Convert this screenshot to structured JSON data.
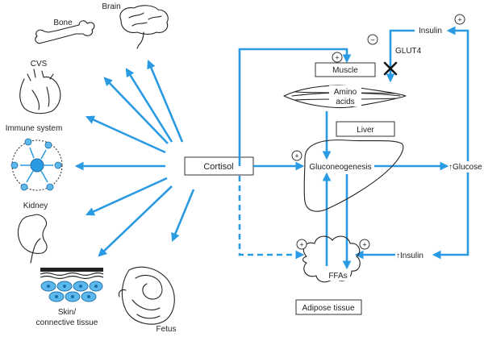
{
  "colors": {
    "arrow": "#2a9ae3",
    "cell": "#5db8ee",
    "outline": "#222222"
  },
  "targets": {
    "bone": "Bone",
    "brain": "Brain",
    "cvs": "CVS",
    "immune": "Immune system",
    "kidney": "Kidney",
    "skin_line1": "Skin/",
    "skin_line2": "connective tissue",
    "fetus": "Fetus"
  },
  "center": "Cortisol",
  "metabolic": {
    "insulin_top": "Insulin",
    "glut4": "GLUT4",
    "muscle": "Muscle",
    "amino_line1": "Amino",
    "amino_line2": "acids",
    "liver": "Liver",
    "gluconeogenesis": "Gluconeogenesis",
    "glucose": "↑Glucose",
    "insulin_bottom": "↑Insulin",
    "ffas": "FFAs",
    "adipose": "Adipose tissue"
  },
  "signs": {
    "plus": "+",
    "minus": "−"
  },
  "icons": [
    "bone-icon",
    "brain-icon",
    "heart-icon",
    "immune-cells-icon",
    "kidney-icon",
    "skin-tissue-icon",
    "fetus-icon",
    "muscle-icon",
    "liver-icon",
    "adipose-icon",
    "block-x-icon"
  ]
}
